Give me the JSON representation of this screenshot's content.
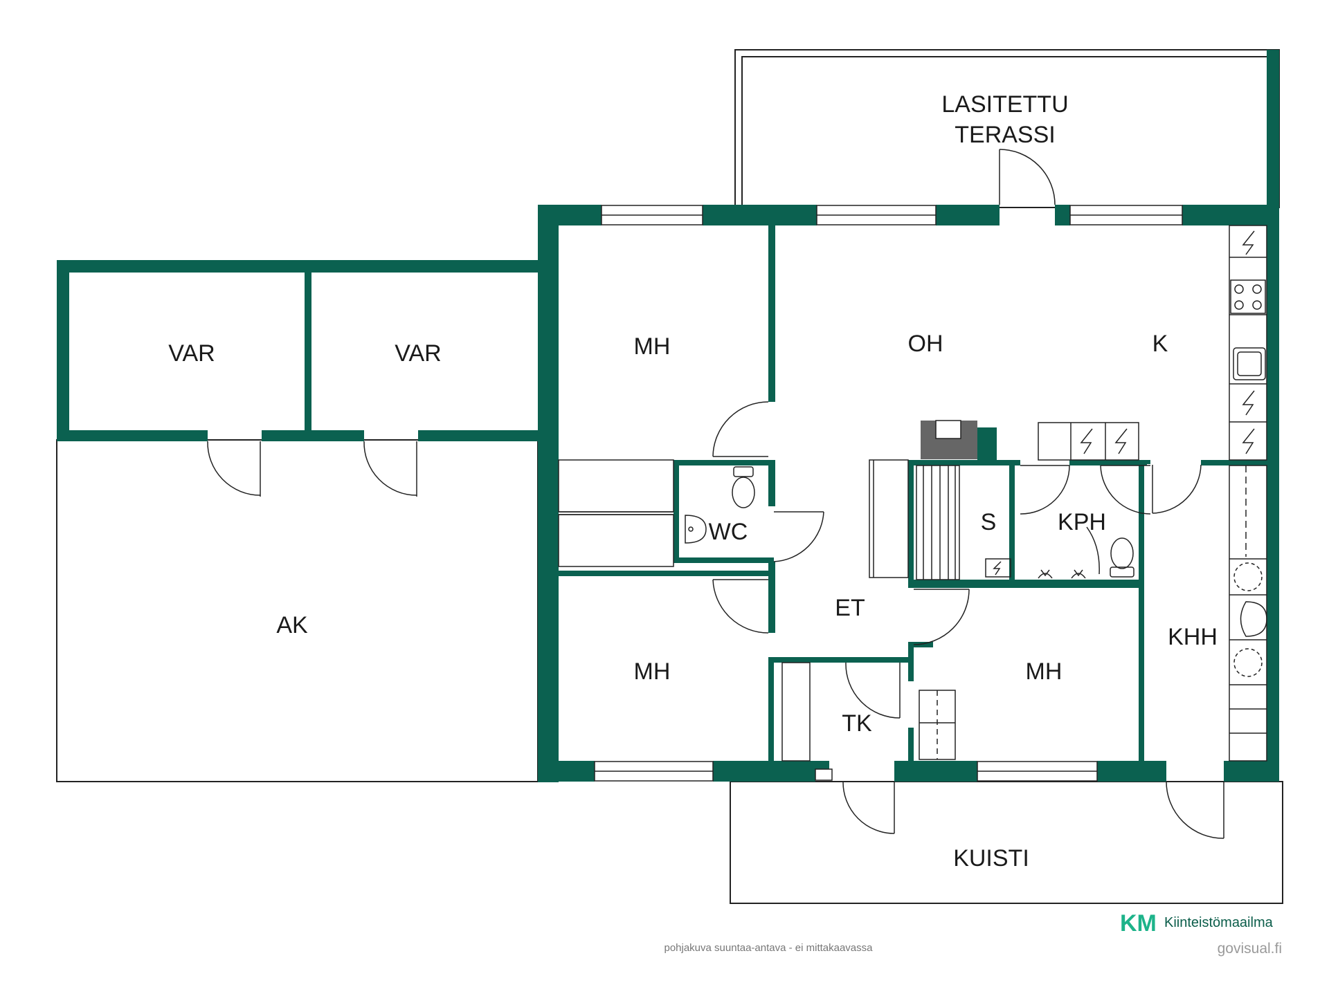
{
  "colors": {
    "wall": "#0b6150",
    "outline": "#222222",
    "fixture": "#333333",
    "brand": "#1db38a",
    "brand_dark": "#0b6150"
  },
  "rooms": {
    "var1": "VAR",
    "var2": "VAR",
    "ak": "AK",
    "mh_top": "MH",
    "oh": "OH",
    "k": "K",
    "wc": "WC",
    "s": "S",
    "kph": "KPH",
    "et": "ET",
    "mh_left": "MH",
    "tk": "TK",
    "mh_right": "MH",
    "khh": "KHH",
    "terrace_line1": "LASITETTU",
    "terrace_line2": "TERASSI",
    "kuisti": "KUISTI"
  },
  "footer": {
    "note": "pohjakuva suuntaa-antava - ei mittakaavassa",
    "brand_mark": "KM",
    "brand_name": "Kiinteistömaailma",
    "credit": "govisual.fi"
  },
  "icons": {
    "appliance": "lightning-icon",
    "stove": "cooktop-icon",
    "sink": "sink-icon",
    "toilet": "toilet-icon",
    "door": "door-swing-icon",
    "window": "window-icon"
  }
}
